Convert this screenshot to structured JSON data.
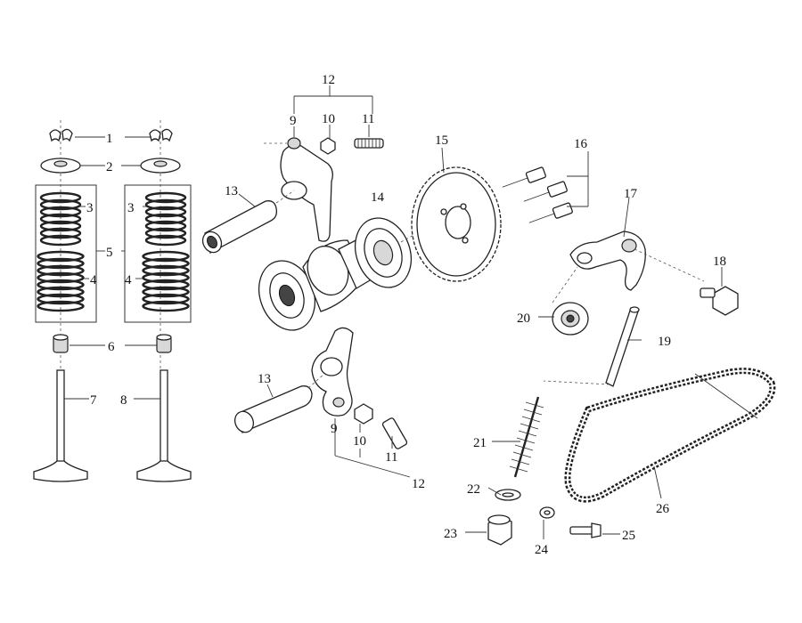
{
  "diagram": {
    "type": "exploded-parts-diagram",
    "colors": {
      "line": "#222222",
      "background": "#ffffff"
    },
    "callouts": [
      {
        "id": "c1",
        "text": "1"
      },
      {
        "id": "c2",
        "text": "2"
      },
      {
        "id": "c3a",
        "text": "3"
      },
      {
        "id": "c3b",
        "text": "3"
      },
      {
        "id": "c4a",
        "text": "4"
      },
      {
        "id": "c4b",
        "text": "4"
      },
      {
        "id": "c5",
        "text": "5"
      },
      {
        "id": "c6",
        "text": "6"
      },
      {
        "id": "c7",
        "text": "7"
      },
      {
        "id": "c8",
        "text": "8"
      },
      {
        "id": "c9a",
        "text": "9"
      },
      {
        "id": "c10a",
        "text": "10"
      },
      {
        "id": "c11a",
        "text": "11"
      },
      {
        "id": "c12a",
        "text": "12"
      },
      {
        "id": "c9b",
        "text": "9"
      },
      {
        "id": "c10b",
        "text": "10"
      },
      {
        "id": "c11b",
        "text": "11"
      },
      {
        "id": "c12b",
        "text": "12"
      },
      {
        "id": "c13a",
        "text": "13"
      },
      {
        "id": "c13b",
        "text": "13"
      },
      {
        "id": "c14",
        "text": "14"
      },
      {
        "id": "c15",
        "text": "15"
      },
      {
        "id": "c16",
        "text": "16"
      },
      {
        "id": "c17",
        "text": "17"
      },
      {
        "id": "c18",
        "text": "18"
      },
      {
        "id": "c19",
        "text": "19"
      },
      {
        "id": "c20",
        "text": "20"
      },
      {
        "id": "c21",
        "text": "21"
      },
      {
        "id": "c22",
        "text": "22"
      },
      {
        "id": "c23",
        "text": "23"
      },
      {
        "id": "c24",
        "text": "24"
      },
      {
        "id": "c25",
        "text": "25"
      },
      {
        "id": "c26",
        "text": "26"
      }
    ]
  }
}
